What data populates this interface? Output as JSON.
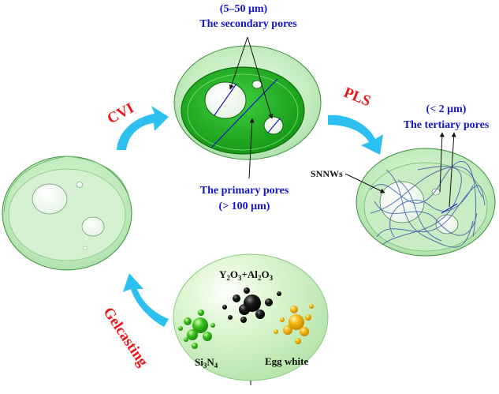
{
  "labels": {
    "secondary_range": "(5–50 μm)",
    "secondary_title": "The secondary pores",
    "primary_title": "The primary pores",
    "primary_range": "(> 100 μm)",
    "tertiary_range": "(< 2 μm)",
    "tertiary_title": "The tertiary pores",
    "snnws": "SNNWs",
    "egg_white": "Egg white"
  },
  "chemicals": {
    "yttria_alumina": {
      "y": "Y",
      "y_sub": "2",
      "o1": "O",
      "o1_sub": "3",
      "plus": "+Al",
      "al_sub": "2",
      "o2": "O",
      "o2_sub": "3"
    },
    "silicon_nitride": {
      "si": "Si",
      "si_sub": "3",
      "n": "N",
      "n_sub": "4"
    }
  },
  "steps": {
    "cvi": "CVI",
    "pls": "PLS",
    "gelcasting": "Gelcasting"
  },
  "colors": {
    "label_blue": "#1414c8",
    "label_red": "#e8161c",
    "arrow_cyan": "#2cc0f0",
    "sphere_light": "#cdeec8",
    "sphere_dark": "#27b227",
    "sphere_edge": "#3a8f3a"
  }
}
